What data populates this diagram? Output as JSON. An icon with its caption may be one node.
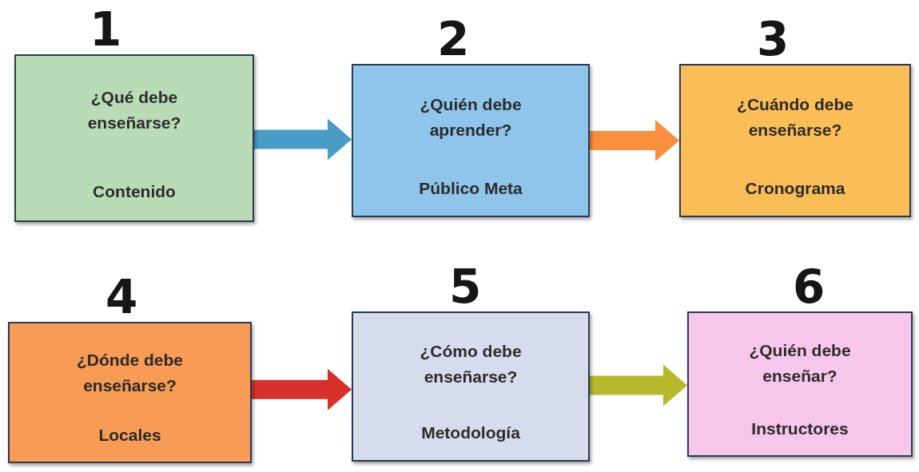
{
  "diagram": {
    "nodes": [
      {
        "text": [
          "¿Qué debe enseñarse?",
          "Contenido"
        ],
        "beside": [
          "1"
        ]
      },
      {
        "text": [
          "¿Quién debe aprender?",
          "Público Meta"
        ],
        "beside": [
          "2"
        ]
      },
      {
        "text": [
          "¿Cuándo debe enseñarse?",
          "Cronograma"
        ],
        "beside": [
          "3"
        ]
      },
      {
        "text": [
          "¿Dónde debe enseñarse?",
          "Locales"
        ],
        "beside": [
          "4"
        ]
      },
      {
        "text": [
          "¿Cómo debe enseñarse?",
          "Metodología"
        ],
        "beside": [
          "5"
        ]
      },
      {
        "text": [
          "¿Quién debe enseñar?",
          "Instructores"
        ],
        "beside": [
          "6"
        ]
      }
    ],
    "edges": [
      {
        "from": 0,
        "to": 1,
        "arrow": "to",
        "color": "#4a9cc6"
      },
      {
        "from": 1,
        "to": 2,
        "arrow": "to",
        "color": "#f98f3a"
      },
      {
        "from": 3,
        "to": 4,
        "arrow": "to",
        "color": "#d8312c"
      },
      {
        "from": 4,
        "to": 5,
        "arrow": "to",
        "color": "#b7b92c"
      }
    ]
  }
}
